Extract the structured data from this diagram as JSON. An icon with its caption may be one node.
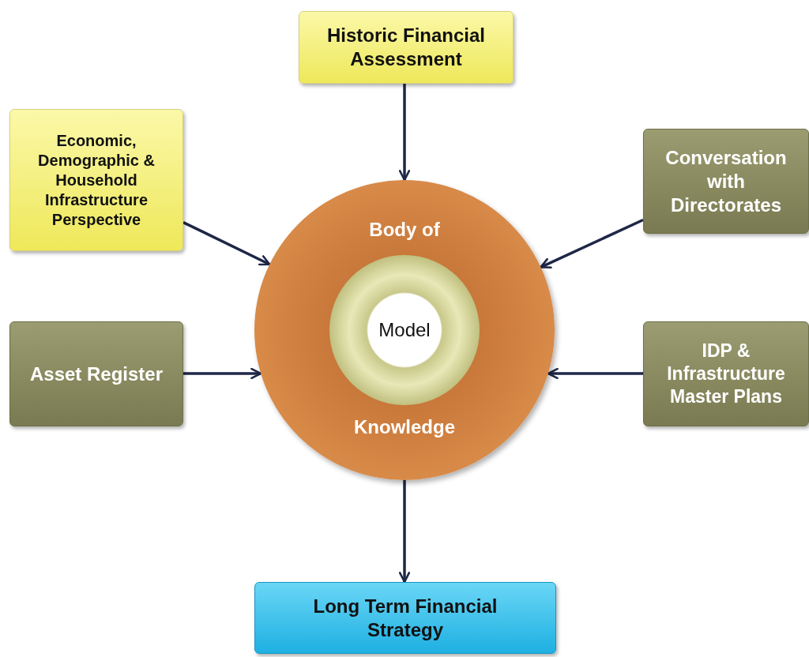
{
  "diagram": {
    "nodes": [
      {
        "text": [
          "Historic Financial Assessment"
        ]
      },
      {
        "text": [
          "Economic, Demographic & Household Infrastructure Perspective"
        ]
      },
      {
        "text": [
          "Conversation with Directorates"
        ]
      },
      {
        "text": [
          "Body of",
          "Knowledge"
        ]
      },
      {
        "text": [
          "Model"
        ],
        "in": 3
      },
      {
        "text": [
          "Asset Register"
        ]
      },
      {
        "text": [
          "IDP & Infrastructure Master Plans"
        ]
      },
      {
        "text": [
          "Long Term Financial Strategy"
        ]
      }
    ],
    "edges": [
      {
        "from": 0,
        "to": 3,
        "arrow": "to"
      },
      {
        "from": 1,
        "to": 3,
        "arrow": "to"
      },
      {
        "from": 2,
        "to": 3,
        "arrow": "to"
      },
      {
        "from": 5,
        "to": 3,
        "arrow": "to"
      },
      {
        "from": 6,
        "to": 3,
        "arrow": "to"
      },
      {
        "from": 3,
        "to": 7,
        "arrow": "to"
      }
    ]
  }
}
